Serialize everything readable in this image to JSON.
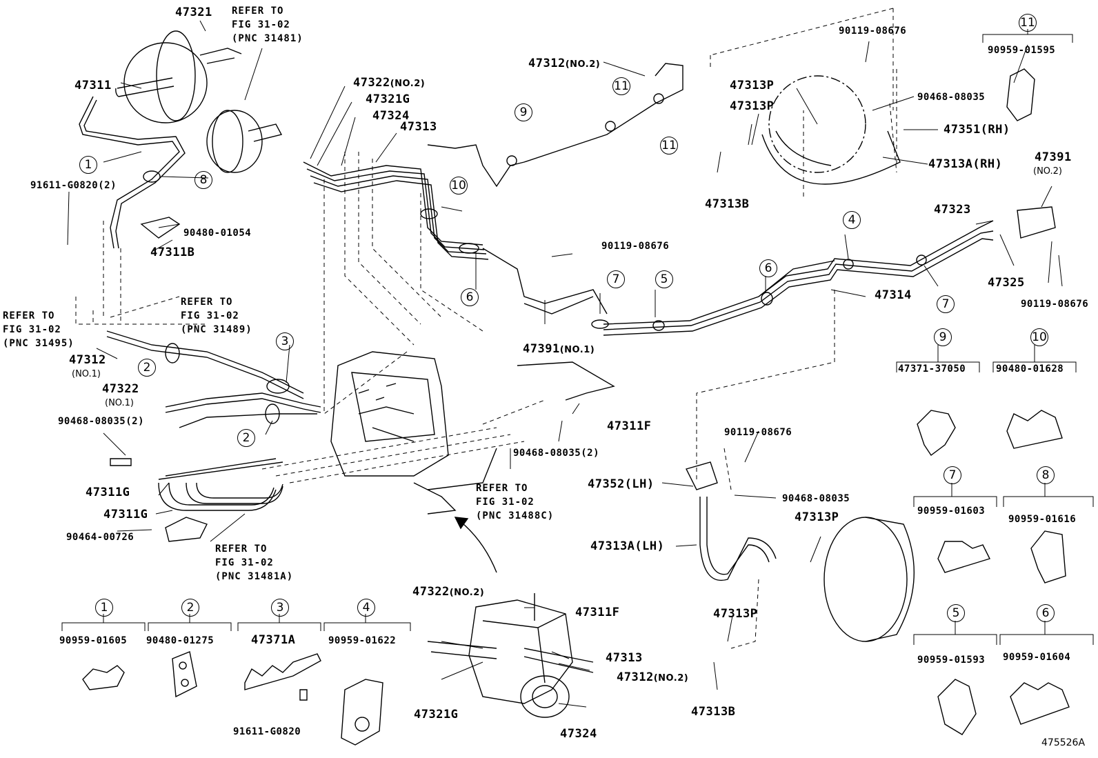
{
  "p47321": "47321",
  "ref_31481": [
    "REFER TO",
    "FIG 31-02",
    "(PNC 31481)"
  ],
  "p47311": "47311",
  "c1": "1",
  "c2": "2",
  "c3": "3",
  "c4": "4",
  "c5": "5",
  "c6": "6",
  "c7": "7",
  "c8": "8",
  "c9": "9",
  "c10": "10",
  "c11": "11",
  "p91611_2": "91611-G0820(2)",
  "p90480_01054": "90480-01054",
  "p47311B": "47311B",
  "ref_31495": [
    "REFER TO",
    "FIG 31-02",
    "(PNC 31495)"
  ],
  "ref_31489": [
    "REFER TO",
    "FIG 31-02",
    "(PNC 31489)"
  ],
  "p47312": "47312",
  "no1": "(NO.1)",
  "no2": "(NO.2)",
  "p47322": "47322",
  "p90468_2": "90468-08035(2)",
  "p47311G": "47311G",
  "p90464": "90464-00726",
  "ref_31481A": [
    "REFER TO",
    "FIG 31-02",
    "(PNC 31481A)"
  ],
  "p47322_no2": "47322",
  "p47321G": "47321G",
  "p47324": "47324",
  "p47313": "47313",
  "p90119": "90119-08676",
  "p47391": "47391",
  "p47311F": "47311F",
  "ref_31488C": [
    "REFER TO",
    "FIG 31-02",
    "(PNC 31488C)"
  ],
  "p47313P": "47313P",
  "p47313B": "47313B",
  "p90468": "90468-08035",
  "p47351": "47351(RH)",
  "p47313A_RH": "47313A(RH)",
  "p90959_01595": "90959-01595",
  "p47323": "47323",
  "p47325": "47325",
  "p47314": "47314",
  "p47352": "47352(LH)",
  "p47313A_LH": "47313A(LH)",
  "p47371_37050": "47371-37050",
  "p90480_01628": "90480-01628",
  "p90959_01603": "90959-01603",
  "p90959_01616": "90959-01616",
  "p90959_01593": "90959-01593",
  "p90959_01604": "90959-01604",
  "p90959_01605": "90959-01605",
  "p90480_01275": "90480-01275",
  "p47371A": "47371A",
  "p90959_01622": "90959-01622",
  "p91611": "91611-G0820",
  "fig_id": "475526A"
}
